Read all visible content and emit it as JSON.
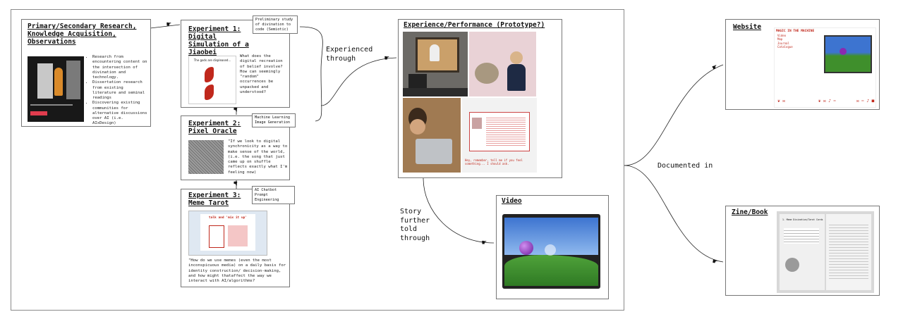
{
  "boxes": {
    "research": {
      "title": "Primary/Secondary Research, Knowledge Acquisition, Observations",
      "bullets": [
        "Research from encountering content on the intersection of divination and technology.",
        "Dissertation research from existing literature and seminal readings",
        "Discovering existing communities for alternative discussions over AI (i.e. AIxDesign)"
      ]
    },
    "exp1": {
      "title": "Experiment 1: Digital Simulation of a Jiaobei",
      "tag": "Preliminary study of divination to code (Semiotic)",
      "body": "What does the digital recreation of belief involve? How can seemingly \"random\" occurrences be unpacked and understood?",
      "underlined": "recreation",
      "thumb_caption": "The gods are displeased..."
    },
    "exp2": {
      "title": "Experiment 2: Pixel Oracle",
      "tag": "Machine Learning Image Generation",
      "body": "\"If we look to digital synchronicity as a way to make sense of the world, (i.e. the song that just came up on shuffle reflects exactly what I'm feeling now)"
    },
    "exp3": {
      "title": "Experiment 3: Meme Tarot",
      "tag": "AI Chatbot Prompt Engineering",
      "body": "\"How do we use memes (even the most inconspicuous media) on a daily basis for identity construction/ decision-making, and how might thataffect the way we interact with AI/algorithms?",
      "thumb_caption": "talk and 'mix it up'"
    },
    "experience": {
      "title": "Experience/Performance (Prototype?)",
      "screen_caption": "Hey, remember, tell me if you feel something... I should ask."
    },
    "video": {
      "title": "Video"
    },
    "website": {
      "title": "Website",
      "site_heading": "MAGIC IN THE MACHINE",
      "menu": [
        "Video",
        "Map",
        "Journal",
        "Catalogue"
      ]
    },
    "zine": {
      "title": "Zine/Book",
      "page_heading": "1. Meme Divination/Tarot Cards"
    }
  },
  "connectors": {
    "experienced_through": "Experienced through",
    "documented_in": "Documented in",
    "story_told": "Story further told through"
  },
  "colors": {
    "frame": "#8a8a8a",
    "accent_red": "#c0281c",
    "sky": "#4a82d8",
    "grass": "#3f8f2c"
  },
  "icons": [
    "pointing-hand-icon"
  ]
}
